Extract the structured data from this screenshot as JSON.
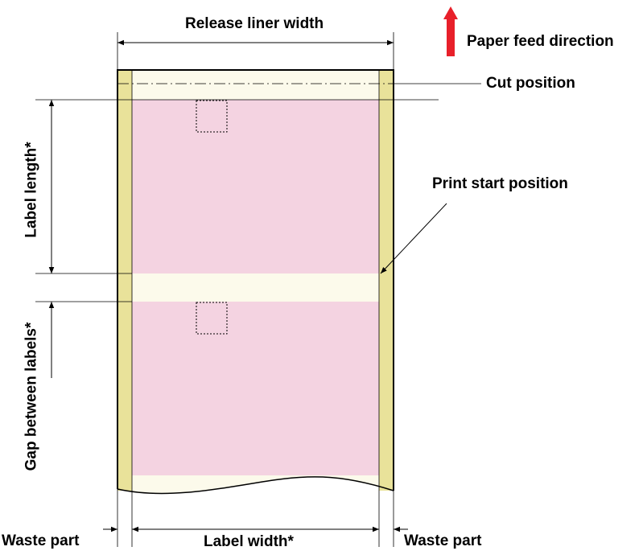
{
  "labels": {
    "release_liner_width": "Release liner width",
    "paper_feed_direction": "Paper feed direction",
    "cut_position": "Cut position",
    "print_start_position": "Print start position",
    "label_length": "Label length*",
    "gap_between_labels": "Gap between labels*",
    "waste_part_left": "Waste part",
    "label_width": "Label width*",
    "waste_part_right": "Waste part"
  },
  "colors": {
    "label": "#f4d3e1",
    "liner": "#fcfaeb",
    "waste": "#e9e29a",
    "feed_arrow": "#e8202a",
    "line": "#000000"
  }
}
